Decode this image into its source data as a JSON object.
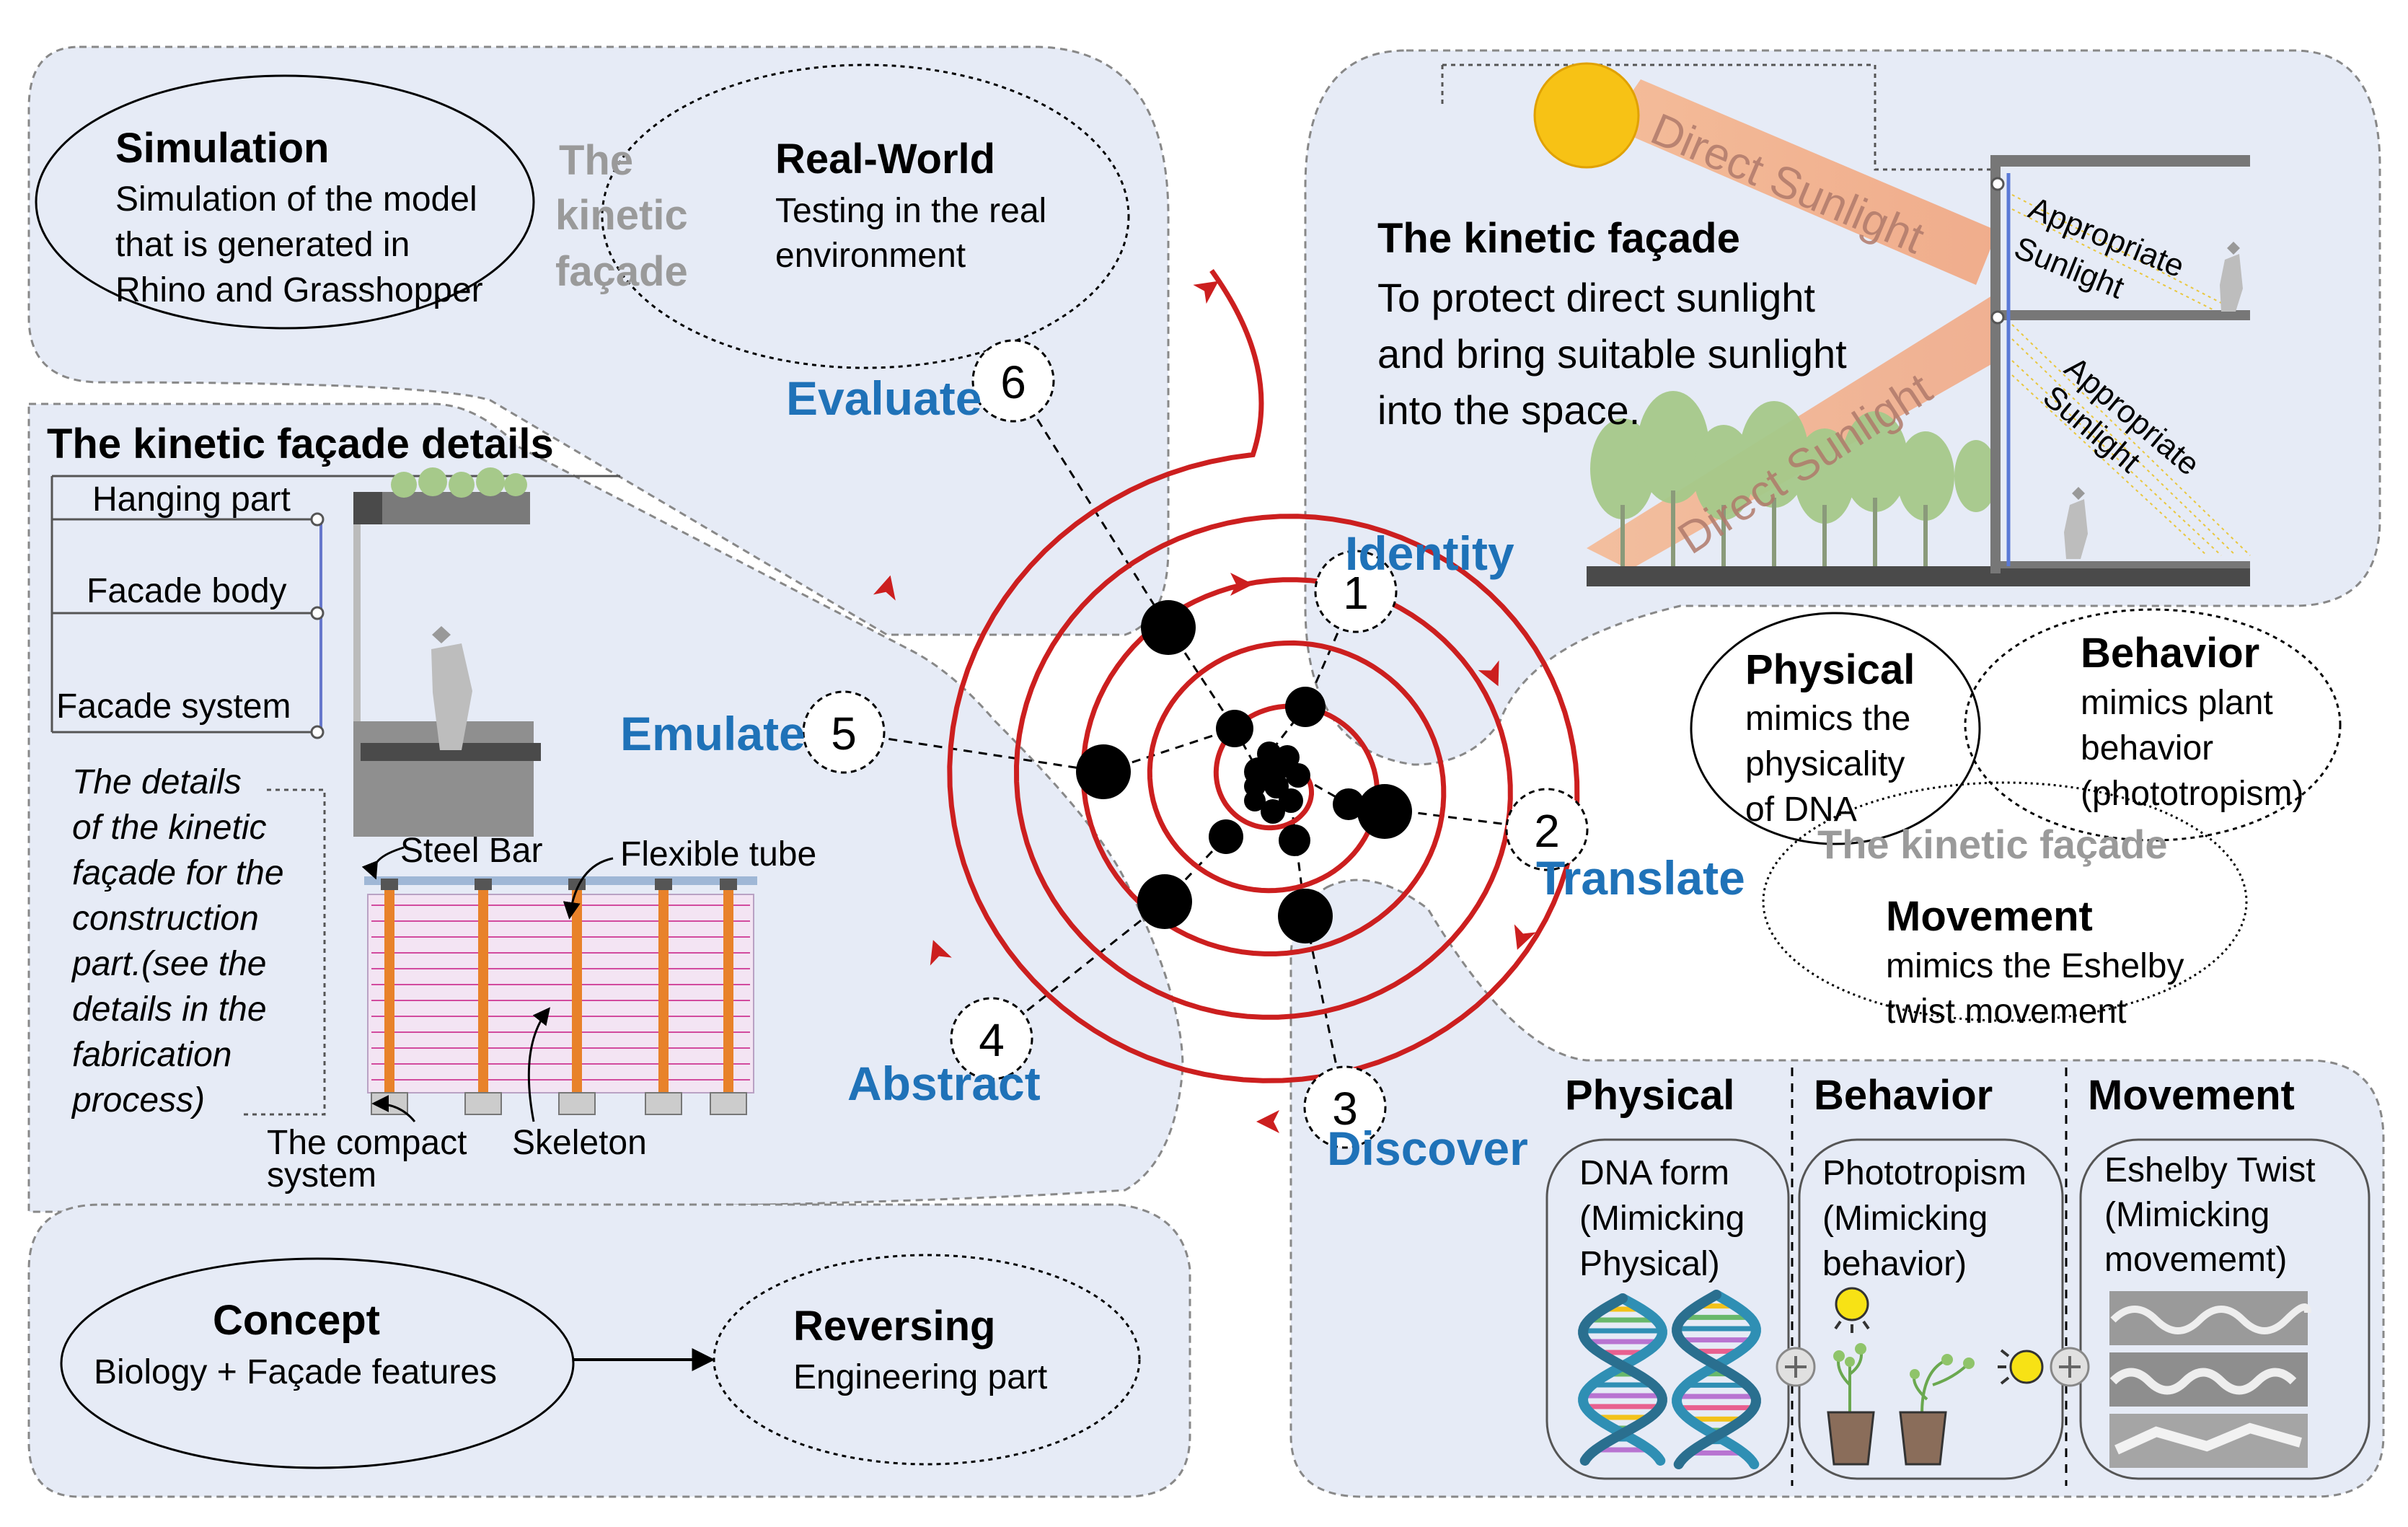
{
  "colors": {
    "panel_fill": "#e6ebf6",
    "panel_stroke": "#888888",
    "accent_blue": "#1f72b8",
    "spiral_red": "#cc1f1f",
    "sunbeam": "#f4a478",
    "sun": "#f7c215",
    "tree": "#a6c98a",
    "orange_bar": "#e8822a",
    "pink_line": "#d24b9e",
    "purple_grid": "#ead9f0",
    "dna_blue": "#2f8fb4",
    "dna_pink": "#e8608f",
    "dna_yellow": "#f2c21b",
    "dna_green": "#68b86b"
  },
  "top_left": {
    "simulation": {
      "title": "Simulation",
      "line1": "Simulation of the model",
      "line2": "that is generated in",
      "line3": "Rhino and Grasshopper"
    },
    "center": {
      "line1": "The",
      "line2": "kinetic",
      "line3": "façade"
    },
    "real_world": {
      "title": "Real-World",
      "line1": "Testing in the real",
      "line2": "environment"
    }
  },
  "details": {
    "title": "The kinetic façade details",
    "hanging": "Hanging part",
    "body": "Facade body",
    "system": "Facade system",
    "italic": [
      "The details",
      "of the kinetic",
      "façade for the",
      "construction",
      "part.(see the",
      "details in the",
      "fabrication",
      "process)"
    ],
    "steel_bar": "Steel Bar",
    "flexible_tube": "Flexible tube",
    "compact1": "The compact",
    "compact2": "system",
    "skeleton": "Skeleton"
  },
  "top_right": {
    "title": "The kinetic façade",
    "line1": "To protect direct sunlight",
    "line2": "and bring suitable sunlight",
    "line3": "into the space.",
    "direct1": "Direct Sunlight",
    "direct2": "Direct Sunlight",
    "appropriate": "Appropriate",
    "sunlight": "Sunlight"
  },
  "venn": {
    "physical": {
      "title": "Physical",
      "l1": "mimics the",
      "l2": "physicality",
      "l3": "of DNA"
    },
    "behavior": {
      "title": "Behavior",
      "l1": "mimics plant",
      "l2": "behavior",
      "l3": "(phototropism)"
    },
    "center": "The kinetic façade",
    "movement": {
      "title": "Movement",
      "l1": "mimics the Eshelby",
      "l2": "twist movement"
    }
  },
  "bottom_right": {
    "physical": {
      "title": "Physical",
      "l1": "DNA form",
      "l2": "(Mimicking",
      "l3": "Physical)"
    },
    "behavior": {
      "title": "Behavior",
      "l1": "Phototropism",
      "l2": "(Mimicking",
      "l3": "behavior)"
    },
    "movement": {
      "title": "Movement",
      "l1": "Eshelby Twist",
      "l2": "(Mimicking",
      "l3": "movememt)"
    }
  },
  "bottom_left": {
    "concept": {
      "title": "Concept",
      "line": "Biology + Façade features"
    },
    "reversing": {
      "title": "Reversing",
      "line": "Engineering part"
    }
  },
  "spiral": {
    "steps": [
      {
        "n": "1",
        "label": "Identity"
      },
      {
        "n": "2",
        "label": "Translate"
      },
      {
        "n": "3",
        "label": "Discover"
      },
      {
        "n": "4",
        "label": "Abstract"
      },
      {
        "n": "5",
        "label": "Emulate"
      },
      {
        "n": "6",
        "label": "Evaluate"
      }
    ]
  }
}
